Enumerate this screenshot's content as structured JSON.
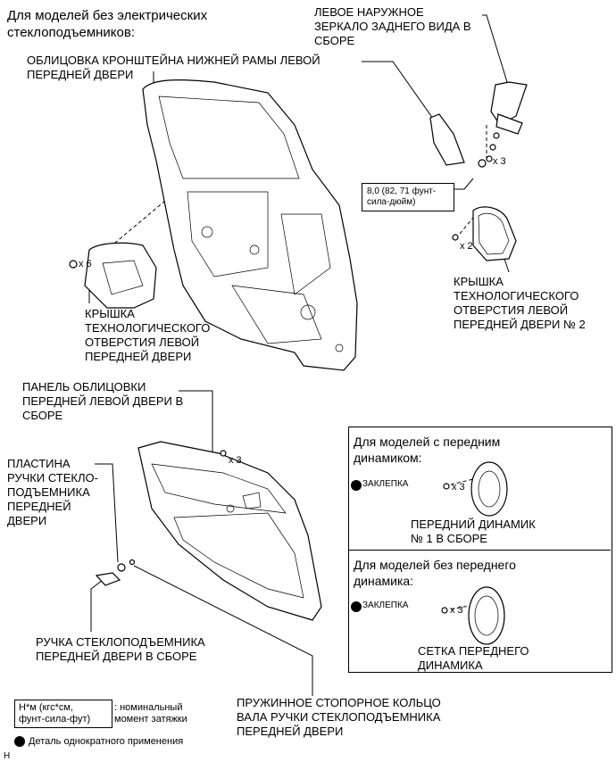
{
  "header": {
    "condition_no_power_windows": "Для моделей без электрических\nстеклоподъемников:"
  },
  "labels": {
    "left_mirror": "ЛЕВОЕ НАРУЖНОЕ\nЗЕРКАЛО ЗАДНЕГО ВИДА В\nСБОРЕ",
    "frame_bracket_cover": "ОБЛИЦОВКА КРОНШТЕЙНА НИЖНЕЙ РАМЫ ЛЕВОЙ\nПЕРЕДНЕЙ ДВЕРИ",
    "service_hole_cover_2": "КРЫШКА\nТЕХНОЛОГИЧЕСКОГО\nОТВЕРСТИЯ ЛЕВОЙ\nПЕРЕДНЕЙ ДВЕРИ № 2",
    "service_hole_cover": "КРЫШКА\nТЕХНОЛОГИЧЕСКОГО\nОТВЕРСТИЯ ЛЕВОЙ\nПЕРЕДНЕЙ ДВЕРИ",
    "door_trim_panel": "ПАНЕЛЬ ОБЛИЦОВКИ\nПЕРЕДНЕЙ ЛЕВОЙ ДВЕРИ В\nСБОРЕ",
    "regulator_handle_plate": "ПЛАСТИНА\nРУЧКИ СТЕКЛО-\nПОДЪЕМНИКА\nПЕРЕДНЕЙ\nДВЕРИ",
    "regulator_handle": "РУЧКА СТЕКЛОПОДЪЕМНИКА\nПЕРЕДНЕЙ ДВЕРИ В СБОРЕ",
    "snap_ring": "ПРУЖИННОЕ СТОПОРНОЕ КОЛЬЦО\nВАЛА РУЧКИ СТЕКЛОПОДЪЕМНИКА\nПЕРЕДНЕЙ ДВЕРИ"
  },
  "fasteners": {
    "x3_mirror": "x 3",
    "x6": "x 6",
    "x2": "x 2",
    "x3_trim": "x 3",
    "x3_speaker": "x 3",
    "x3_grille": "x 3"
  },
  "torque": {
    "value": "8,0 (82, 71 фунт-\nсила-дюйм)"
  },
  "speaker_box_1": {
    "title": "Для моделей с передним\nдинамиком:",
    "rivet": "ЗАКЛЕПКА",
    "part": "ПЕРЕДНИЙ ДИНАМИК\n№ 1 В СБОРЕ"
  },
  "speaker_box_2": {
    "title": "Для моделей без переднего\nдинамика:",
    "rivet": "ЗАКЛЕПКА",
    "part": "СЕТКА ПЕРЕДНЕГО\nДИНАМИКА"
  },
  "legend": {
    "unit_box": "Н*м (кгс*см,\nфунт-сила-фут)",
    "unit_desc": ": номинальный\nмомент затяжки",
    "single_use": "Деталь однократного применения"
  },
  "corner_mark": "H"
}
